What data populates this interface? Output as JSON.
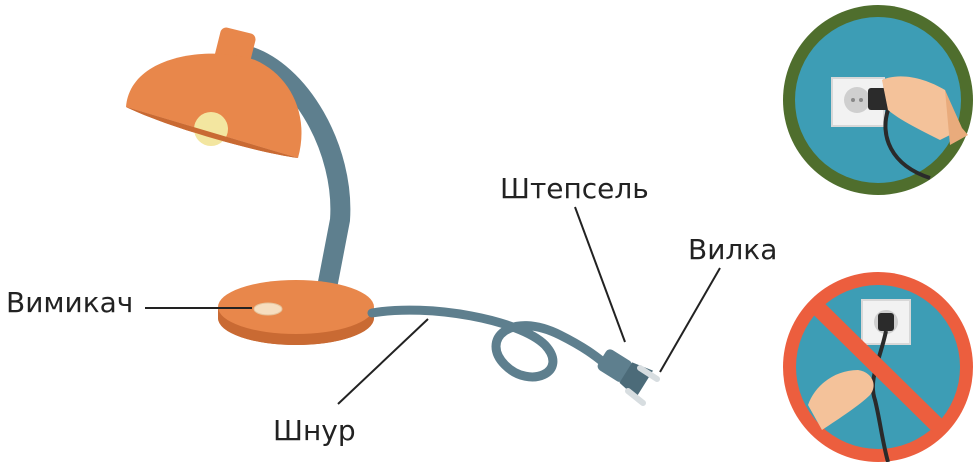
{
  "labels": {
    "switch": "Вимикач",
    "cord": "Шнур",
    "plug": "Штепсель",
    "prongs": "Вилка"
  },
  "colors": {
    "lamp_orange": "#e8874b",
    "lamp_orange_dark": "#c96a33",
    "neck_gray": "#5e7f8e",
    "bulb": "#f3e6a0",
    "allowed_ring": "#4f6e2d",
    "forbidden_ring": "#ec5e3e",
    "panel_blue": "#3d9db5",
    "skin": "#f4c29a"
  },
  "icons": {
    "allowed": "hand-inserting-plug-icon",
    "forbidden": "hand-pulling-cord-prohibited-icon"
  }
}
